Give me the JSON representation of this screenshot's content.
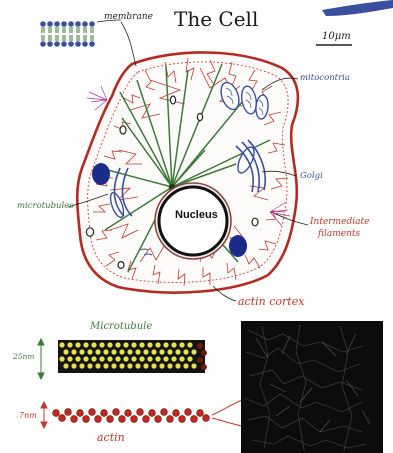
{
  "title": "The Cell",
  "labels": {
    "membrane": "membrane",
    "scale_bar": "10μm",
    "mitochondria": "mitocontria",
    "golgi": "Golgi",
    "microtubules": "microtubules",
    "intermediate_filaments_line1": "Intermediate",
    "intermediate_filaments_line2": "filaments",
    "nucleus": "Nucleus",
    "actin_cortex": "actin cortex",
    "microtubule": "Microtubule",
    "microtubule_size": "25nm",
    "actin_size": "7nm",
    "actin": "actin"
  },
  "colors": {
    "microtubule_lines": "#3d7a3a",
    "actin": "#c0392b",
    "organelle_outline": "#3a4f9e",
    "vesicle_fill": "#1c2b8a",
    "micrograph": "#0c0c0c"
  }
}
